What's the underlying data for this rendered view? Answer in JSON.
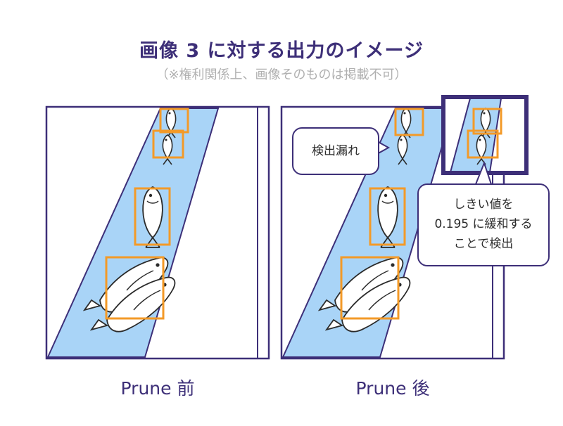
{
  "title": "画像 3 に対する出力のイメージ",
  "subtitle": "（※権利関係上、画像そのものは掲載不可）",
  "panels": {
    "before_label": "Prune 前",
    "after_label": "Prune 後"
  },
  "callouts": {
    "missed": "検出漏れ",
    "threshold_line1": "しきい値を",
    "threshold_line2": "0.195 に緩和する",
    "threshold_line3": "ことで検出"
  },
  "colors": {
    "frame": "#3d2f78",
    "water": "#a9d4f7",
    "bbox": "#f39a28"
  }
}
